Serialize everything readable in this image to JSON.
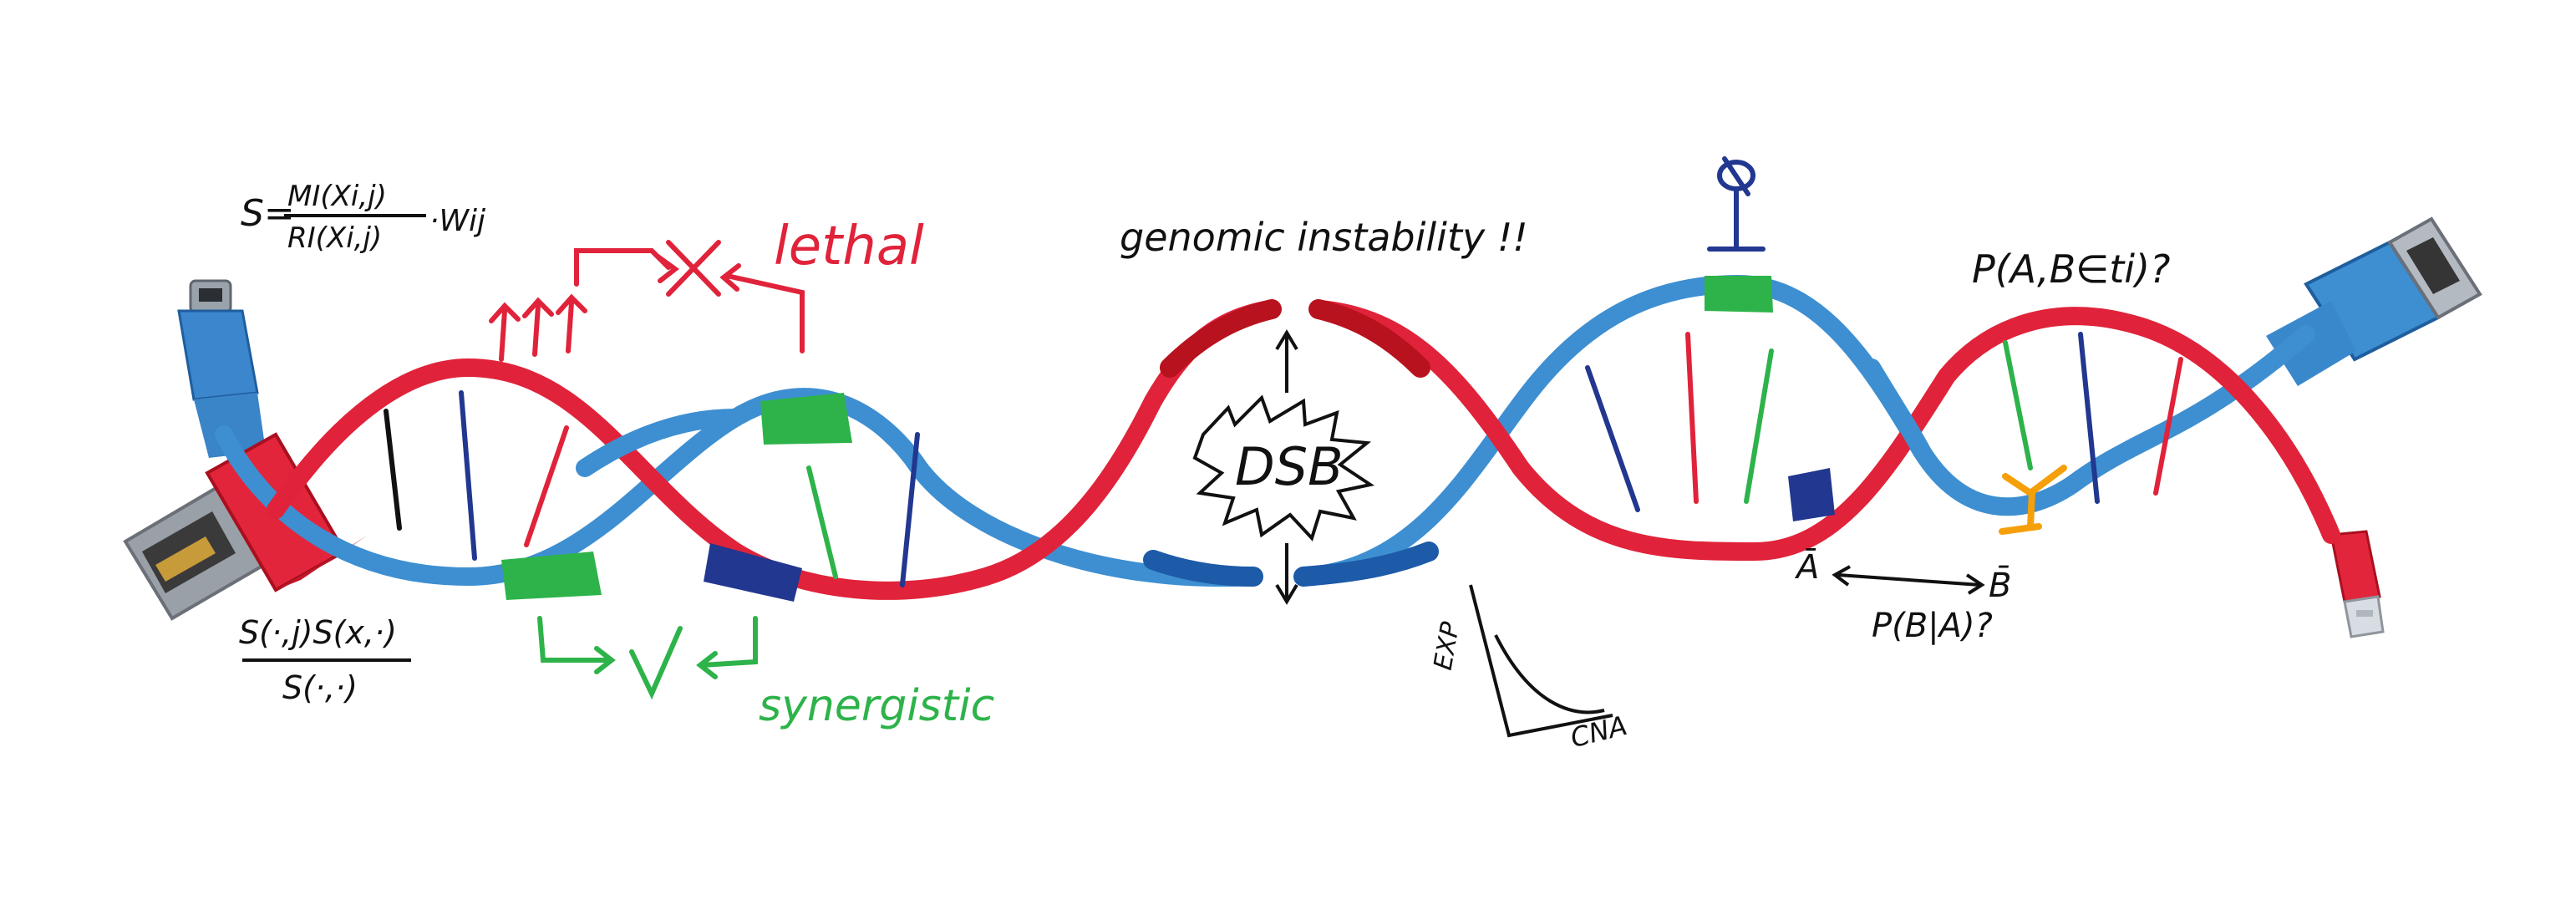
{
  "colors": {
    "red": "#e0233a",
    "blue": "#3d8fd1",
    "dark_red": "#b8121e",
    "dark_blue": "#1d5aa8",
    "green": "#2db34a",
    "navy": "#22378f",
    "orange": "#f5a00a",
    "ink": "#111111"
  },
  "annotations": {
    "similarity_formula_lhs": "S=",
    "similarity_formula_num": "MI(Xi,j)",
    "similarity_formula_den": "RI(Xi,j)",
    "similarity_formula_weight": "·Wij",
    "cosine_formula_num": "S(·,j)S(x,·)",
    "cosine_formula_den": "S(·,·)",
    "lethal_label": "lethal",
    "synergistic_label": "synergistic",
    "genomic_instability_label": "genomic instability !!",
    "dsb_label": "DSB",
    "probability_top": "P(A,B∈ti)?",
    "probability_bottom": "P(B|A)?",
    "a_bar_label": "Ā",
    "b_bar_label": "B̄",
    "plot_y_label": "EXP",
    "plot_x_label": "CNA",
    "inhibit_symbol": "⊥",
    "phi_symbol": "Φ",
    "check_mark": "✓"
  },
  "icons": {
    "micro_usb_plug": "micro-usb-connector-icon",
    "usb_a_plug_left": "usb-a-connector-icon",
    "usb_a_plug_right": "usb-a-connector-icon",
    "lightning_plug": "lightning-connector-icon"
  }
}
